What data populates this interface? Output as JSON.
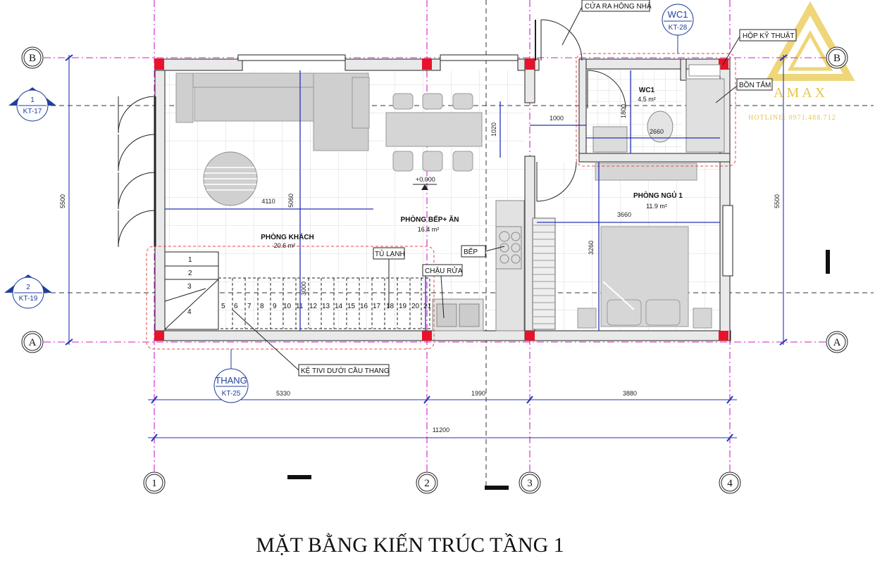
{
  "title": "MẶT BẰNG KIẾN TRÚC TẦNG 1",
  "brand": {
    "name": "AMAX",
    "hotline": "HOTLINE: 0971.488.712"
  },
  "grid": {
    "col1": "1",
    "col2": "2",
    "col3": "3",
    "col4": "4",
    "rowA": "A",
    "rowB": "B"
  },
  "section_tags": [
    {
      "num": "1",
      "ref": "KT-17"
    },
    {
      "num": "2",
      "ref": "KT-19"
    }
  ],
  "detail_tags": {
    "wc1": {
      "name": "WC1",
      "ref": "KT-28"
    },
    "stair": {
      "name": "THANG",
      "ref": "KT-25"
    }
  },
  "rooms": {
    "living": {
      "name": "PHÒNG KHÁCH",
      "area": "20.6 m²"
    },
    "kitchen": {
      "name": "PHÒNG BẾP+ ĂN",
      "area": "16.4 m²"
    },
    "bedroom": {
      "name": "PHÒNG NGỦ 1",
      "area": "11.9 m²"
    },
    "wc": {
      "name": "WC1",
      "area": "4.5 m²"
    }
  },
  "level_mark": "+0.000",
  "callouts": {
    "back_door": "CỬA RA HÔNG NHÀ",
    "tech_box": "HỘP KỸ THUẬT",
    "bathtub": "BỒN TẮM",
    "fridge": "TỦ LẠNH",
    "stove": "BẾP",
    "sink": "CHẬU RỬA",
    "tv_shelf": "KỆ TIVI DƯỚI CẦU THANG"
  },
  "dimensions": {
    "d5330": "5330",
    "d1990": "1990",
    "d3880": "3880",
    "d11200": "11200",
    "d5500_left": "5500",
    "d5500_right": "5500",
    "d4110": "4110",
    "d5060": "5060",
    "d3000": "3000",
    "d1020": "1020",
    "d1000": "1000",
    "d1800": "1800",
    "d2660": "2660",
    "d3660": "3660",
    "d3260": "3260"
  },
  "stair_steps": [
    "1",
    "2",
    "3",
    "4",
    "5",
    "6",
    "7",
    "8",
    "9",
    "10",
    "11",
    "12",
    "13",
    "14",
    "15",
    "16",
    "17",
    "18",
    "19",
    "20",
    "21"
  ]
}
